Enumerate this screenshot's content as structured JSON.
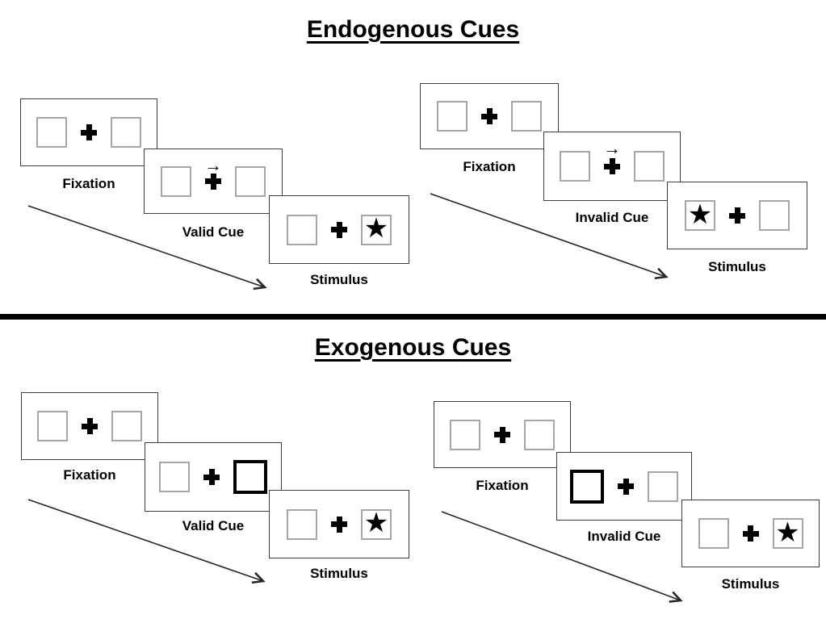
{
  "glyphs": {
    "star": "★",
    "cue_arrow": "→"
  },
  "colors": {
    "ink": "#000000",
    "card_border": "#3f3f3f",
    "square_border": "#a6a6a6"
  },
  "sections": [
    {
      "title": "Endogenous Cues",
      "panels": [
        {
          "name": "valid",
          "steps": [
            {
              "label": "Fixation"
            },
            {
              "label": "Valid Cue",
              "cue": "central-arrow-right"
            },
            {
              "label": "Stimulus",
              "star_side": "right"
            }
          ]
        },
        {
          "name": "invalid",
          "steps": [
            {
              "label": "Fixation"
            },
            {
              "label": "Invalid Cue",
              "cue": "central-arrow-right"
            },
            {
              "label": "Stimulus",
              "star_side": "left"
            }
          ]
        }
      ]
    },
    {
      "title": "Exogenous Cues",
      "panels": [
        {
          "name": "valid",
          "steps": [
            {
              "label": "Fixation"
            },
            {
              "label": "Valid Cue",
              "cue": "highlighted-box-right"
            },
            {
              "label": "Stimulus",
              "star_side": "right"
            }
          ]
        },
        {
          "name": "invalid",
          "steps": [
            {
              "label": "Fixation"
            },
            {
              "label": "Invalid Cue",
              "cue": "highlighted-box-left"
            },
            {
              "label": "Stimulus",
              "star_side": "right"
            }
          ]
        }
      ]
    }
  ]
}
